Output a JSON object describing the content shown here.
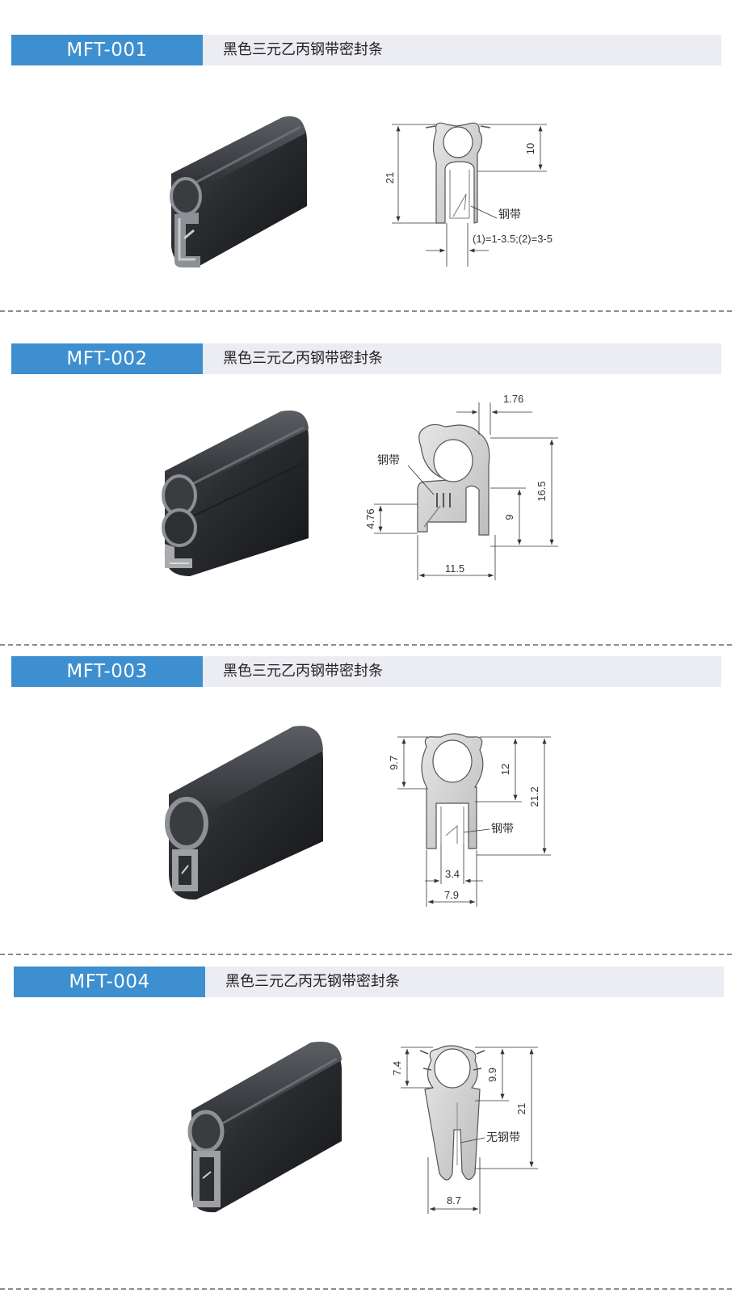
{
  "products": [
    {
      "code": "MFT-001",
      "description": "黑色三元乙丙钢带密封条",
      "dimensions": [
        "21",
        "10",
        "(1)=1-3.5;(2)=3-5"
      ],
      "callout": "钢带"
    },
    {
      "code": "MFT-002",
      "description": "黑色三元乙丙钢带密封条",
      "dimensions": [
        "1.76",
        "16.5",
        "9",
        "4.76",
        "11.5"
      ],
      "callout": "钢带"
    },
    {
      "code": "MFT-003",
      "description": "黑色三元乙丙钢带密封条",
      "dimensions": [
        "9.7",
        "12",
        "21.2",
        "3.4",
        "7.9"
      ],
      "callout": "钢带"
    },
    {
      "code": "MFT-004",
      "description": "黑色三元乙丙无钢带密封条",
      "dimensions": [
        "7.4",
        "9.9",
        "21",
        "8.7"
      ],
      "callout": "无钢带"
    }
  ],
  "colors": {
    "code_bg": "#3d8fcf",
    "header_bg": "#ececf3",
    "rubber": "#2b2d31",
    "profile_fill": "#d6d6d6",
    "divider": "#8c8c8c"
  }
}
